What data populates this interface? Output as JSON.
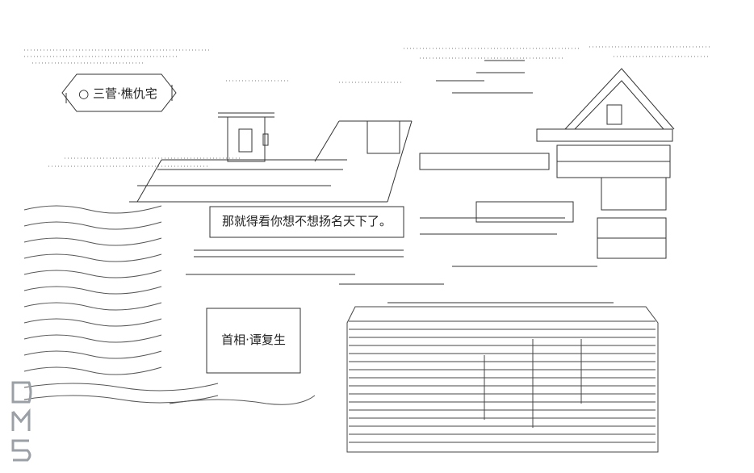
{
  "caption": {
    "text": "○ 三菅·樵仇宅"
  },
  "speech": {
    "text": "那就得看你想不想扬名天下了。"
  },
  "sign": {
    "text": "首相·谭复生"
  },
  "watermark": {
    "text": "DM5"
  },
  "colors": {
    "ink": "#222222",
    "paper": "#ffffff",
    "watermark": "#9aa0a6"
  }
}
